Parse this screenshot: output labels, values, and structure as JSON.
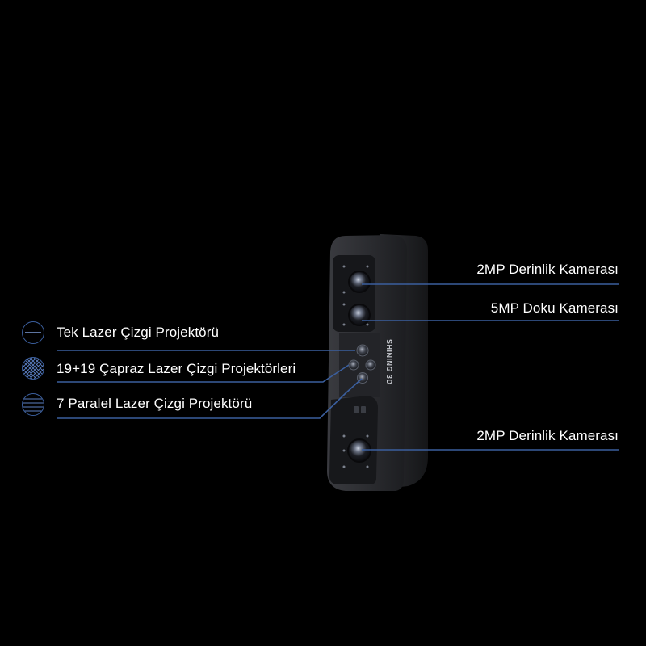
{
  "colors": {
    "background": "#000000",
    "accent_line": "#3b5f9e",
    "text": "#ffffff",
    "device_body": "#2b2c30"
  },
  "device": {
    "brand": "SHINING 3D"
  },
  "callouts_right": [
    {
      "label": "2MP Derinlik Kamerası"
    },
    {
      "label": "5MP Doku Kamerası"
    },
    {
      "label": "2MP Derinlik Kamerası"
    }
  ],
  "callouts_left": [
    {
      "label": "Tek Lazer Çizgi Projektörü",
      "icon": "single-line-icon"
    },
    {
      "label": "19+19 Çapraz Lazer Çizgi Projektörleri",
      "icon": "cross-grid-icon"
    },
    {
      "label": "7 Paralel Lazer Çizgi Projektörü",
      "icon": "parallel-lines-icon"
    }
  ]
}
